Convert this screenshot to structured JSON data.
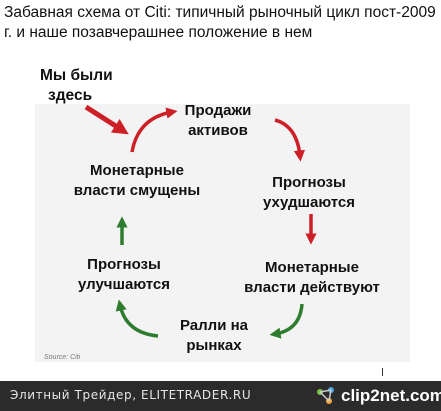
{
  "header": {
    "title": "Забавная схема от Citi: типичный рыночный цикл пост-2009 г. и наше позавчерашнее положение в нем"
  },
  "diagram": {
    "marker": {
      "line1": "Мы были",
      "line2": "здесь"
    },
    "nodes": [
      {
        "id": "asset-sales",
        "line1": "Продажи",
        "line2": "активов"
      },
      {
        "id": "forecasts-worsen",
        "line1": "Прогнозы",
        "line2": "ухудшаются"
      },
      {
        "id": "authorities-act",
        "line1": "Монетарные",
        "line2": "власти действуют"
      },
      {
        "id": "market-rally",
        "line1": "Ралли  на",
        "line2": "рынках"
      },
      {
        "id": "forecasts-improve",
        "line1": "Прогнозы",
        "line2": "улучшаются"
      },
      {
        "id": "authorities-confused",
        "line1": "Монетарные",
        "line2": "власти смущены"
      }
    ],
    "source": "Source: Citi",
    "colors": {
      "red": "#cc1f26",
      "green": "#2e7d2e"
    }
  },
  "footer": {
    "text": "Элитный Трейдер, ELITETRADER.RU",
    "logo_text": "clip2net.com",
    "logo_icon": "clip2net-logo-icon"
  }
}
